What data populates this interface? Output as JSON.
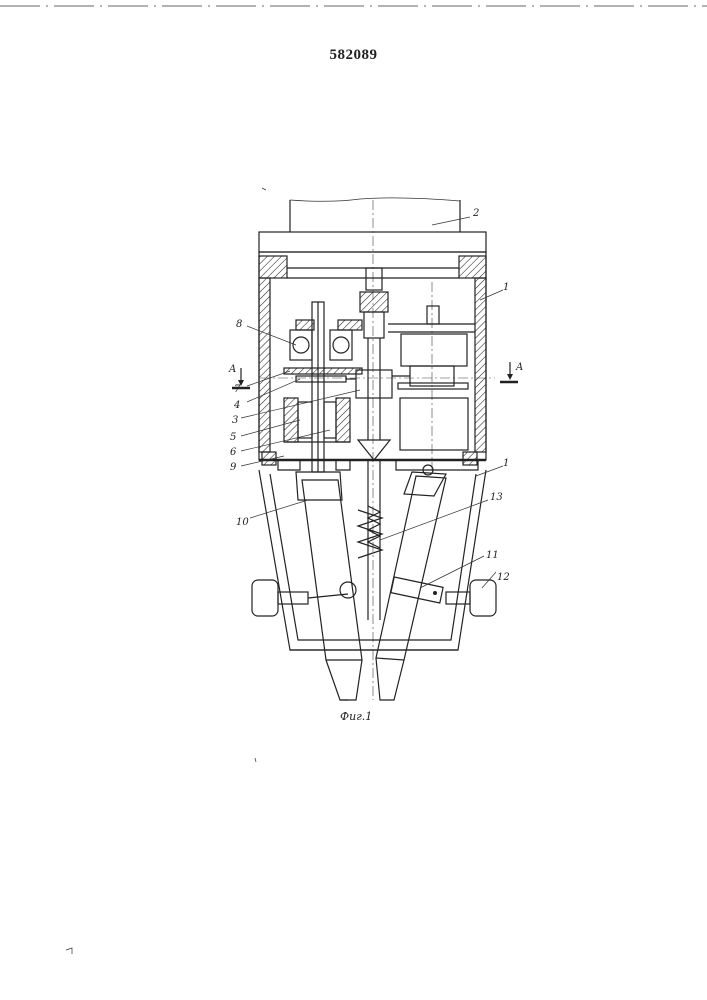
{
  "document": {
    "patent_number": "582089",
    "figure_caption": "Фиг.1"
  },
  "labels": {
    "l1a": "1",
    "l1b": "1",
    "l2": "2",
    "l3": "3",
    "l4": "4",
    "l5": "5",
    "l6": "6",
    "l7": "7",
    "l8": "8",
    "l9": "9",
    "l10": "10",
    "l11": "11",
    "l12": "12",
    "l13": "13",
    "section_left": "A",
    "section_right": "A"
  }
}
